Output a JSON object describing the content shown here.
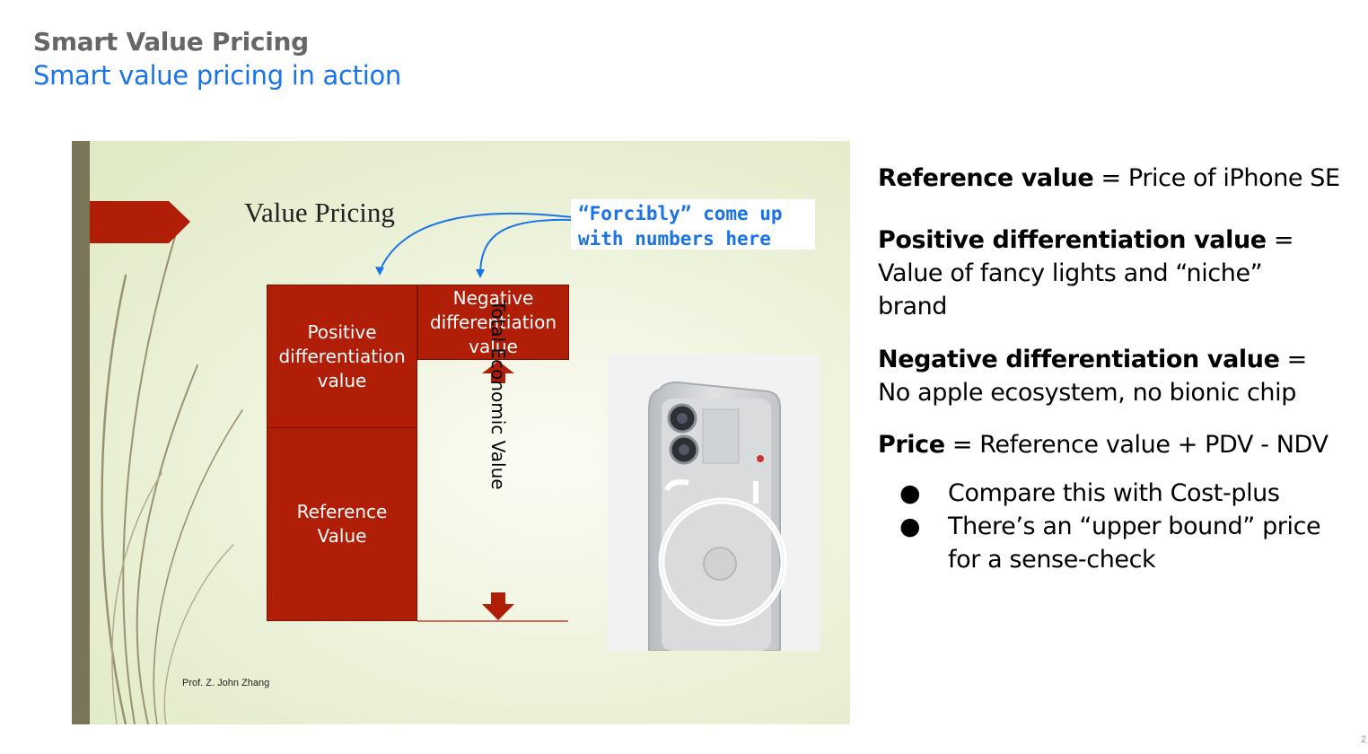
{
  "header": {
    "title": "Smart Value Pricing",
    "subtitle": "Smart value pricing in action"
  },
  "slide": {
    "title": "Value Pricing",
    "blocks": {
      "positive": [
        "Positive",
        "differentiation",
        "value"
      ],
      "negative": [
        "Negative",
        "differentiation",
        "value"
      ],
      "reference": [
        "Reference",
        "Value"
      ]
    },
    "total_label": "Total Economic Value",
    "callout": [
      "“Forcibly” come up",
      "with numbers here"
    ],
    "credit": "Prof. Z. John Zhang",
    "colors": {
      "block": "#b01e08",
      "callout": "#1a73e8",
      "bar": "#7a7459"
    }
  },
  "notes": {
    "reference_term": "Reference value",
    "reference_def": " = Price of iPhone SE",
    "pdv_term": "Positive differentiation value",
    "pdv_def": " = Value of fancy lights and “niche” brand",
    "ndv_term": "Negative differentiation value",
    "ndv_def": " = No apple ecosystem, no bionic chip",
    "price_term": "Price",
    "price_def": " = Reference value + PDV - NDV",
    "bullets": [
      "Compare this with Cost-plus",
      "There’s an “upper bound” price for a sense-check"
    ],
    "bullet_glyph": "●"
  },
  "page_number": "2"
}
